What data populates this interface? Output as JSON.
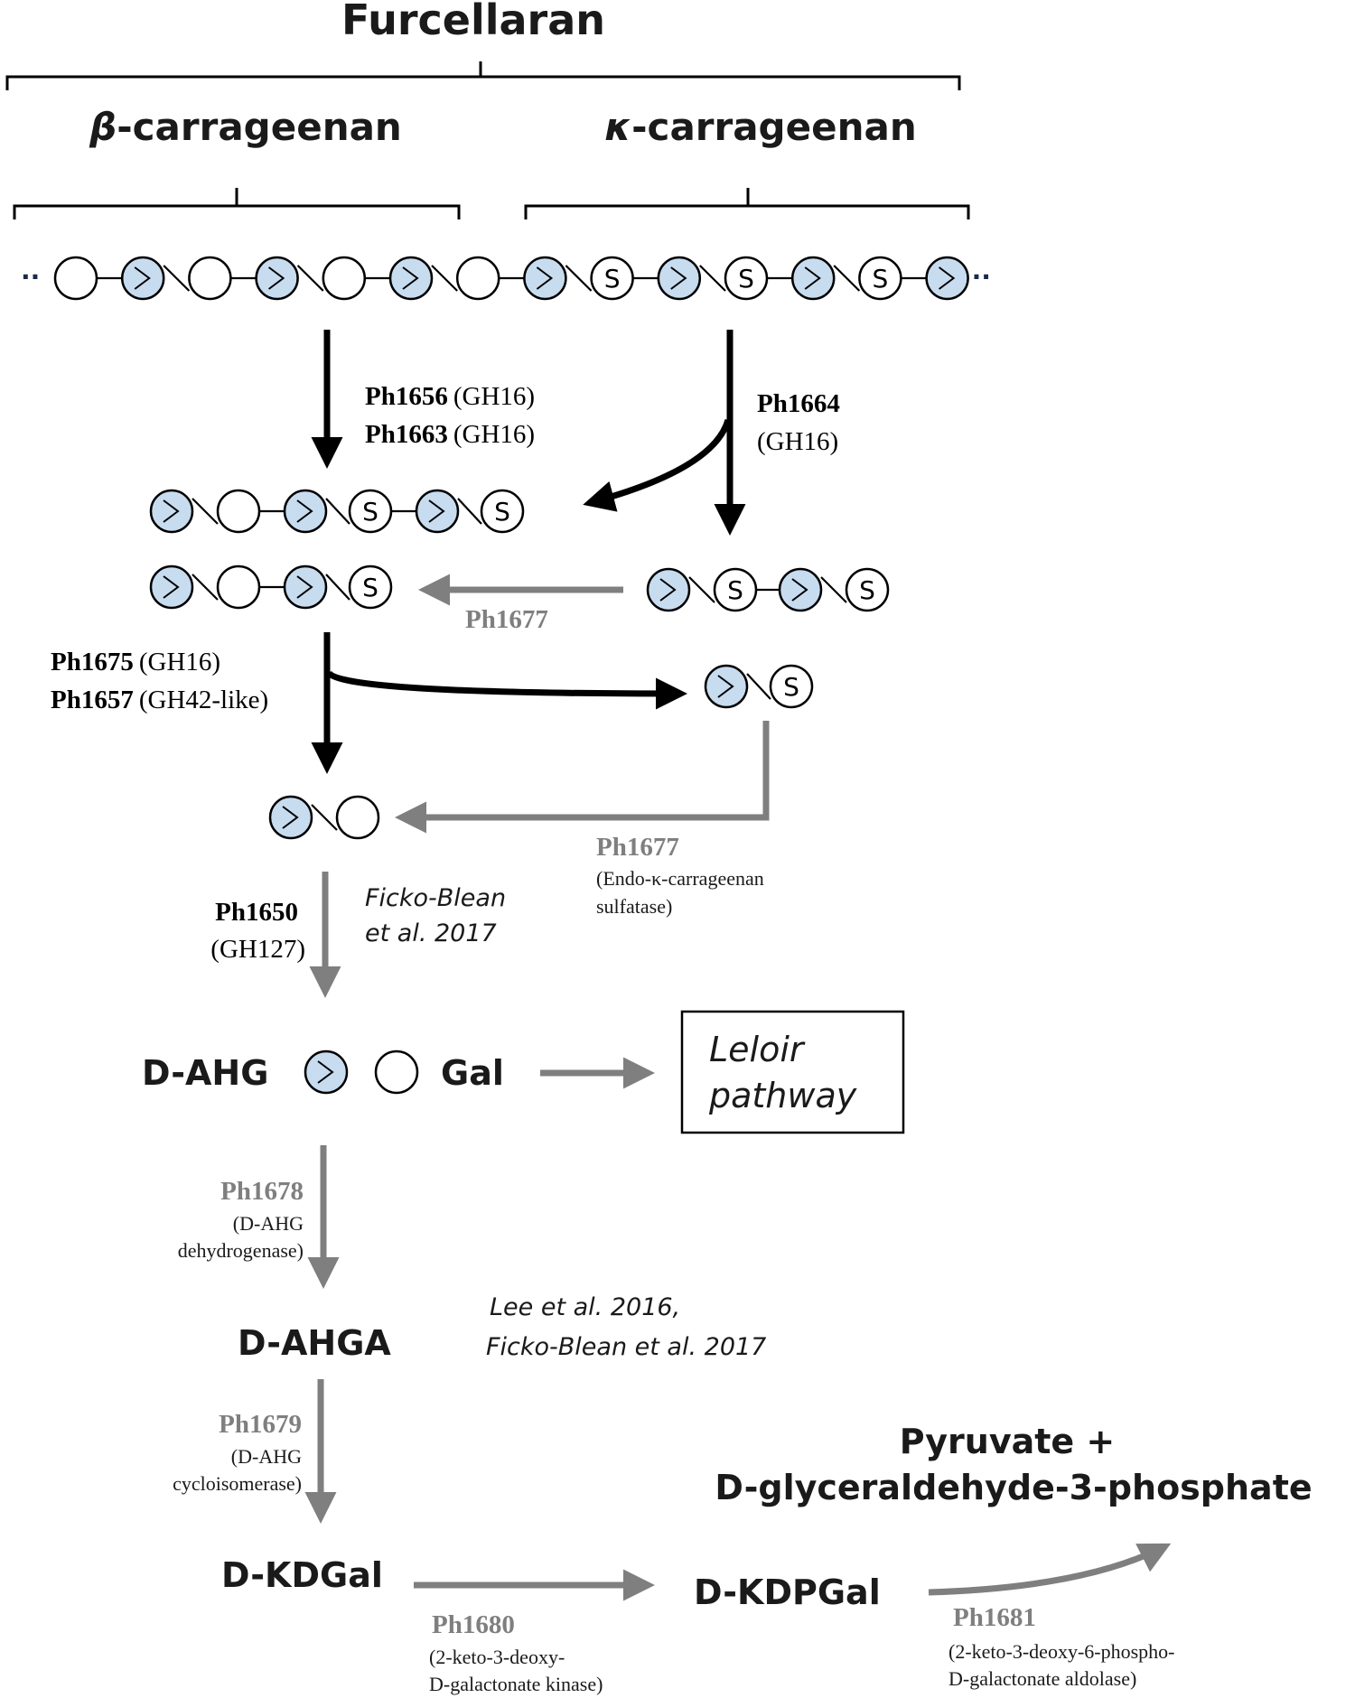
{
  "colors": {
    "ahg_fill": "#c8dcf0",
    "gal_fill": "#ffffff",
    "black": "#000000",
    "gray": "#7f7f7f"
  },
  "headers": {
    "furcellaran": "Furcellaran",
    "beta_prefix": "β",
    "kappa_prefix": "κ",
    "carrageenan_suffix": "-carrageenan"
  },
  "sulfate_symbol": "S",
  "ellipsis": "··",
  "enzymes": {
    "ph1656": {
      "id": "Ph1656",
      "family": "(GH16)"
    },
    "ph1663": {
      "id": "Ph1663",
      "family": "(GH16)"
    },
    "ph1664": {
      "id": "Ph1664",
      "family": "(GH16)"
    },
    "ph1677_top": {
      "id": "Ph1677"
    },
    "ph1675": {
      "id": "Ph1675",
      "family": "(GH16)"
    },
    "ph1657": {
      "id": "Ph1657",
      "family": "(GH42-like)"
    },
    "ph1677_bottom": {
      "id": "Ph1677",
      "desc1": "(Endo-κ-carrageenan",
      "desc2": "sulfatase)"
    },
    "ph1650": {
      "id": "Ph1650",
      "family": "(GH127)"
    },
    "ph1678": {
      "id": "Ph1678",
      "desc1": "(D-AHG",
      "desc2": "dehydrogenase)"
    },
    "ph1679": {
      "id": "Ph1679",
      "desc1": "(D-AHG",
      "desc2": "cycloisomerase)"
    },
    "ph1680": {
      "id": "Ph1680",
      "desc1": "(2-keto-3-deoxy-",
      "desc2": "D-galactonate kinase)"
    },
    "ph1681": {
      "id": "Ph1681",
      "desc1": "(2-keto-3-deoxy-6-phospho-",
      "desc2": "D-galactonate aldolase)"
    }
  },
  "citations": {
    "c1_line1": "Ficko-Blean",
    "c1_line2": "et al. 2017",
    "c2_line1": "Lee et al. 2016,",
    "c2_line2": "Ficko-Blean et al. 2017"
  },
  "products": {
    "dahg": "D-AHG",
    "gal": "Gal",
    "leloir1": "Leloir",
    "leloir2": "pathway",
    "dahga": "D-AHGA",
    "dkdgal": "D-KDGal",
    "dkdpgal": "D-KDPGal",
    "final1": "Pyruvate +",
    "final2": "D-glyceraldehyde-3-phosphate"
  }
}
